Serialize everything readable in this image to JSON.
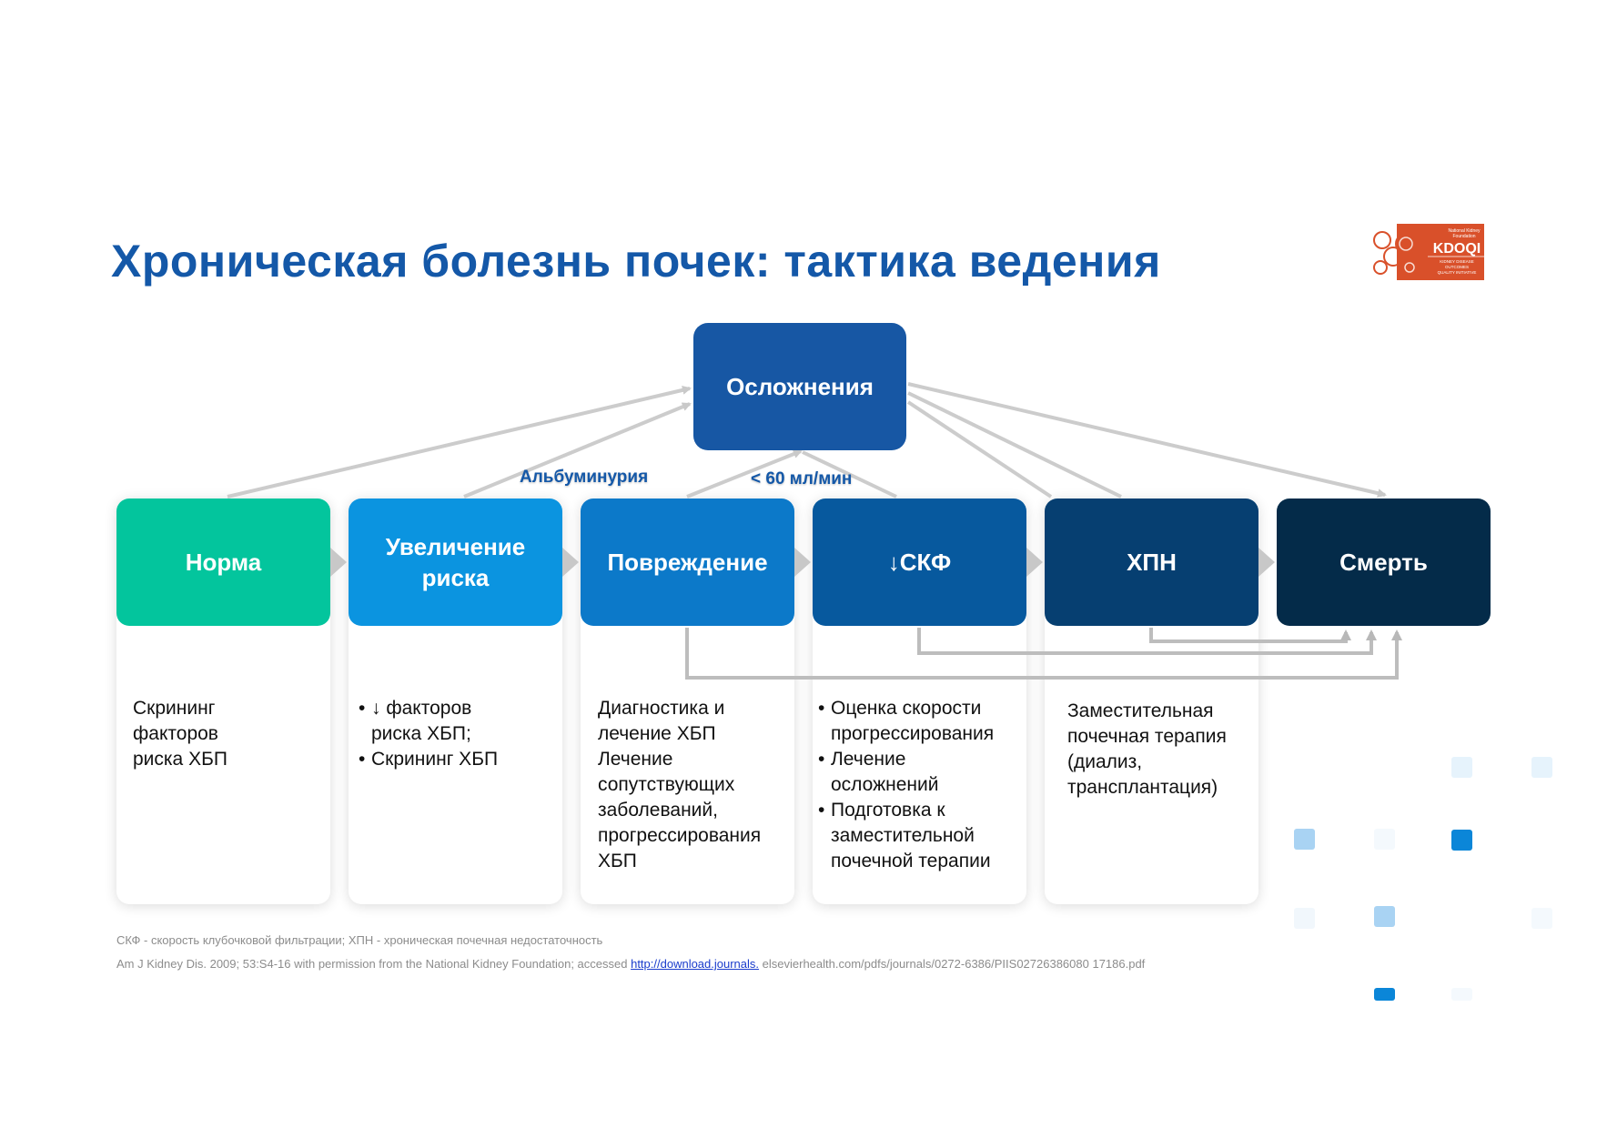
{
  "title": "Хроническая болезнь почек: тактика ведения",
  "logo": {
    "org": "National Kidney Foundation",
    "name": "KDOQI",
    "tagline": "KIDNEY DISEASE OUTCOMES QUALITY INITIATIVE"
  },
  "complications": "Осложнения",
  "labels": {
    "albuminuria": "Альбуминурия",
    "gfr_threshold": "< 60 мл/мин"
  },
  "stages": [
    {
      "name": "Норма",
      "color": "#03c59d"
    },
    {
      "name": "Увеличение риска",
      "color": "#0b94e0"
    },
    {
      "name": "Повреждение",
      "color": "#0c79c9"
    },
    {
      "name": "↓СКФ",
      "color": "#07599e"
    },
    {
      "name": "ХПН",
      "color": "#063f71"
    },
    {
      "name": "Смерть",
      "color": "#042b49"
    }
  ],
  "descriptions": {
    "norm": [
      "Скрининг",
      "факторов",
      "риска ХБП"
    ],
    "risk": [
      "↓ факторов риска ХБП;",
      "Скрининг ХБП"
    ],
    "damage": [
      "Диагностика и",
      "лечение ХБП",
      "Лечение",
      "сопутствующих",
      "заболеваний,",
      "прогрессирования",
      "ХБП"
    ],
    "gfr": [
      "Оценка скорости прогрессирования",
      "Лечение осложнений",
      "Подготовка к заместительной почечной терапии"
    ],
    "ckd": [
      "Заместительная",
      "почечная терапия",
      "(диализ,",
      "трансплантация)"
    ]
  },
  "footnotes": {
    "abbrev": "СКФ - скорость клубочковой фильтрации; ХПН - хроническая почечная недостаточность",
    "source_prefix": "Am J Kidney Dis. 2009; 53:S4-16 with permission from the National Kidney Foundation; accessed",
    "source_link": "http://download.journals.",
    "source_suffix": "elsevierhealth.com/pdfs/journals/0272-6386/PIIS02726386080 17186.pdf"
  }
}
